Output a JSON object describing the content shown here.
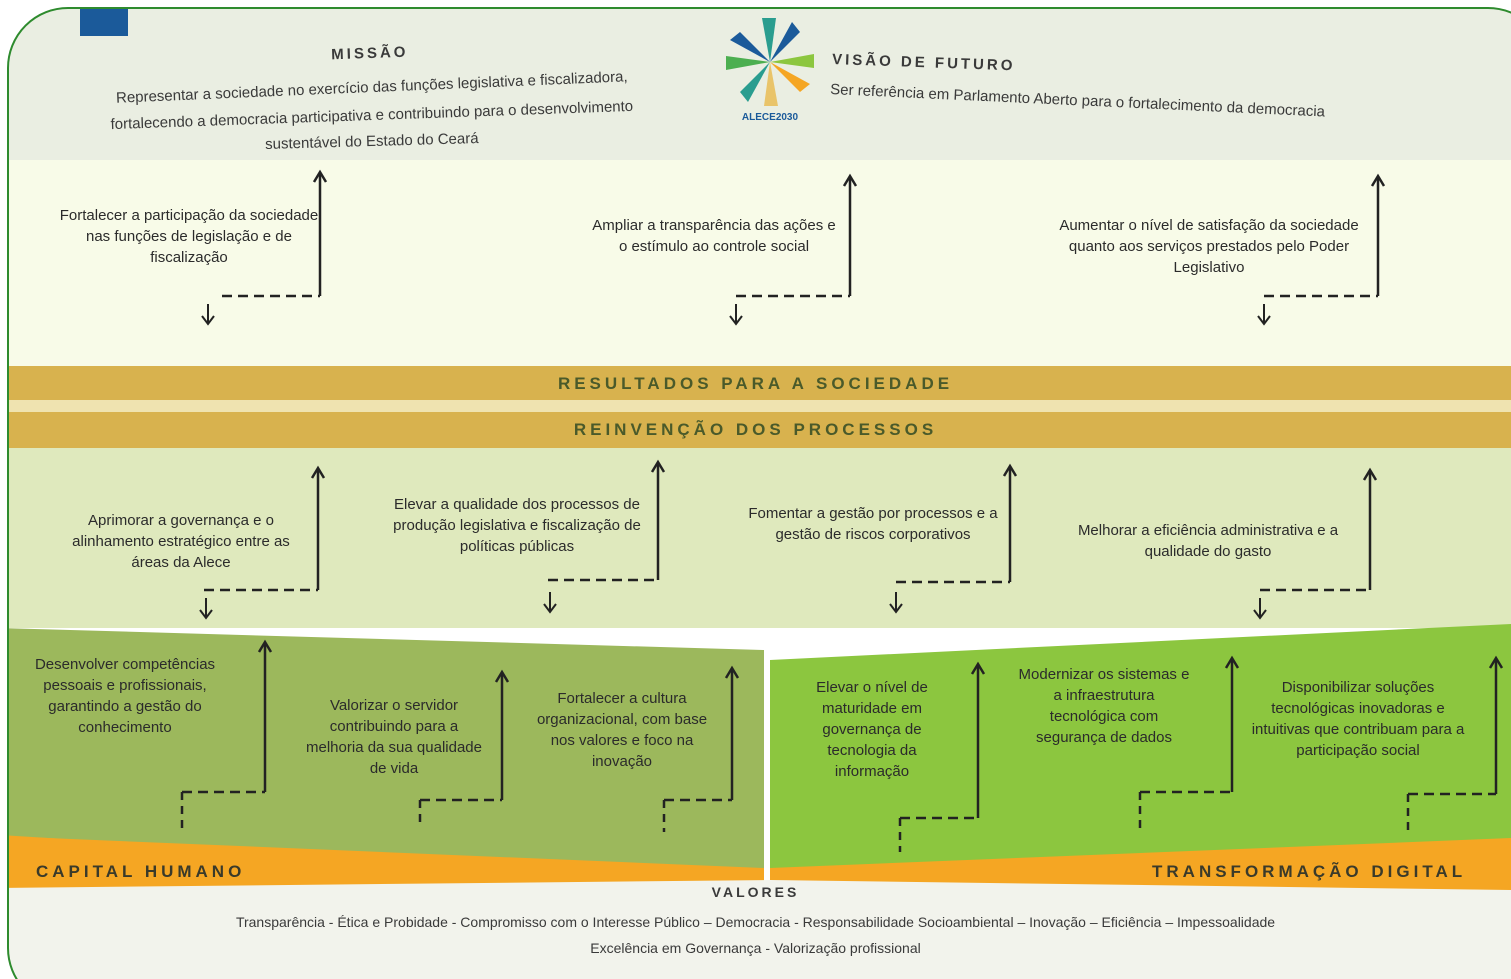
{
  "header": {
    "mission_title": "MISSÃO",
    "mission_lines": [
      "Representar a sociedade no exercício das funções legislativa e fiscalizadora,",
      "fortalecendo a democracia participativa e contribuindo para o desenvolvimento",
      "sustentável do Estado do Ceará"
    ],
    "logo_text": "ALECE2030",
    "vision_title": "VISÃO DE FUTURO",
    "vision_text": "Ser referência em Parlamento Aberto para o fortalecimento da democracia"
  },
  "society": {
    "objectives": [
      "Fortalecer a participação da sociedade nas funções de legislação e de fiscalização",
      "Ampliar a transparência das ações e o estímulo ao controle social",
      "Aumentar o nível de satisfação da sociedade quanto aos serviços prestados pelo Poder Legislativo"
    ]
  },
  "bands": {
    "results": "RESULTADOS PARA A SOCIEDADE",
    "processes": "REINVENÇÃO DOS PROCESSOS"
  },
  "processes": {
    "objectives": [
      "Aprimorar a governança e o alinhamento estratégico entre as áreas da Alece",
      "Elevar a qualidade dos processos de produção legislativa e fiscalização de políticas públicas",
      "Fomentar a gestão por processos e a gestão de riscos corporativos",
      "Melhorar a eficiência administrativa e a qualidade do gasto"
    ]
  },
  "human_capital": {
    "label": "CAPITAL HUMANO",
    "objectives": [
      "Desenvolver competências pessoais e profissionais, garantindo a gestão do conhecimento",
      "Valorizar o servidor contribuindo para a melhoria da sua qualidade de vida",
      "Fortalecer a cultura organizacional, com base nos valores e foco na inovação"
    ]
  },
  "digital": {
    "label": "TRANSFORMAÇÃO DIGITAL",
    "objectives": [
      "Elevar o nível de maturidade em governança de tecnologia da informação",
      "Modernizar os sistemas e a infraestrutura tecnológica com segurança de dados",
      "Disponibilizar soluções tecnológicas inovadoras e intuitivas que contribuam para a participação social"
    ]
  },
  "values": {
    "title": "VALORES",
    "line1": "Transparência - Ética e Probidade - Compromisso com o Interesse Público – Democracia - Responsabilidade Socioambiental – Inovação – Eficiência – Impessoalidade",
    "line2": "Excelência em Governança - Valorização profissional"
  },
  "colors": {
    "frame": "#2e8b2e",
    "top_band": "#eaeee2",
    "society_bg": "#f8fbe8",
    "gold_band": "#d8b24e",
    "processes_bg": "#dfe9bd",
    "human_bg": "#9cb85c",
    "digital_bg": "#8cc63f",
    "orange": "#f5a623",
    "values_bg": "#f2f3ec"
  }
}
